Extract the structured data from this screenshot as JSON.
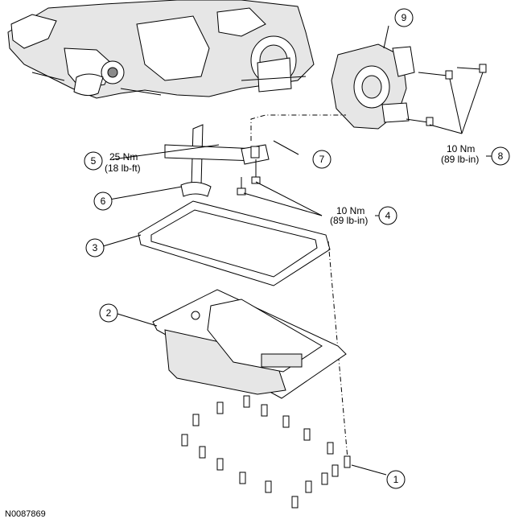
{
  "callouts": [
    {
      "id": "1",
      "n": "1"
    },
    {
      "id": "2",
      "n": "2"
    },
    {
      "id": "3",
      "n": "3"
    },
    {
      "id": "4",
      "n": "4"
    },
    {
      "id": "5",
      "n": "5"
    },
    {
      "id": "6",
      "n": "6"
    },
    {
      "id": "7",
      "n": "7"
    },
    {
      "id": "8",
      "n": "8"
    },
    {
      "id": "9",
      "n": "9"
    }
  ],
  "torque": {
    "item5": {
      "line1": "25 Nm",
      "line2": "(18 lb-ft)"
    },
    "item4": {
      "line1": "10 Nm",
      "line2": "(89 lb-in)"
    },
    "item8": {
      "line1": "10 Nm",
      "line2": "(89 lb-in)"
    }
  },
  "figure_id": "N0087869"
}
